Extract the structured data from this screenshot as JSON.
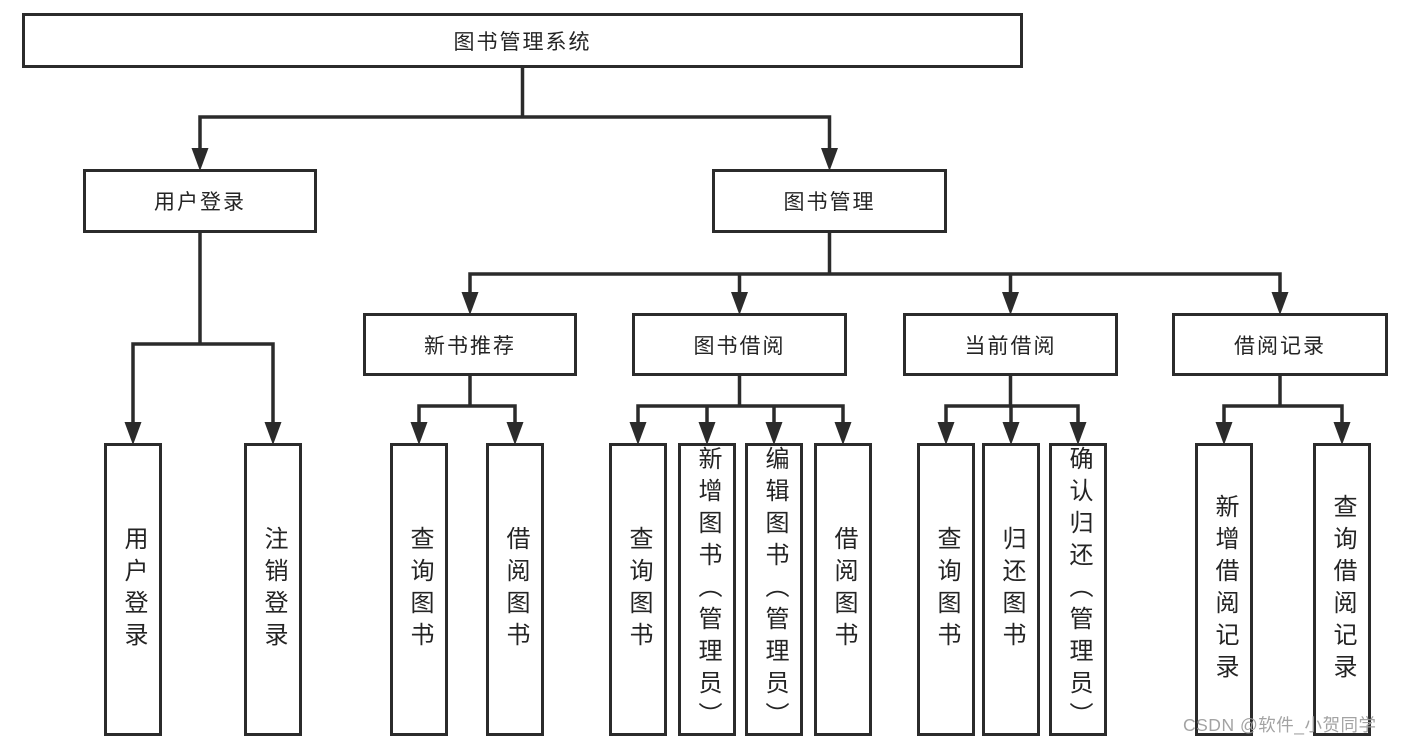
{
  "diagram": {
    "title": "图书管理系统",
    "nodes": [
      {
        "id": "root",
        "label": "图书管理系统"
      },
      {
        "id": "user-login",
        "label": "用户登录"
      },
      {
        "id": "book-mgmt",
        "label": "图书管理"
      },
      {
        "id": "new-book-rec",
        "label": "新书推荐"
      },
      {
        "id": "book-borrow",
        "label": "图书借阅"
      },
      {
        "id": "current-borrow",
        "label": "当前借阅"
      },
      {
        "id": "borrow-records",
        "label": "借阅记录"
      },
      {
        "id": "leaf-user-login",
        "label": "用户登录"
      },
      {
        "id": "leaf-logout",
        "label": "注销登录"
      },
      {
        "id": "leaf-rec-query-books",
        "label": "查询图书"
      },
      {
        "id": "leaf-rec-borrow-books",
        "label": "借阅图书"
      },
      {
        "id": "leaf-bb-query-books",
        "label": "查询图书"
      },
      {
        "id": "leaf-bb-add-books",
        "label": "新增图书（管理员）"
      },
      {
        "id": "leaf-bb-edit-books",
        "label": "编辑图书（管理员）"
      },
      {
        "id": "leaf-bb-borrow-books",
        "label": "借阅图书"
      },
      {
        "id": "leaf-cb-query-books",
        "label": "查询图书"
      },
      {
        "id": "leaf-cb-return-books",
        "label": "归还图书"
      },
      {
        "id": "leaf-cb-confirm-return",
        "label": "确认归还（管理员）"
      },
      {
        "id": "leaf-br-add-record",
        "label": "新增借阅记录"
      },
      {
        "id": "leaf-br-query-record",
        "label": "查询借阅记录"
      }
    ],
    "edges": [
      [
        "root",
        "user-login"
      ],
      [
        "root",
        "book-mgmt"
      ],
      [
        "user-login",
        "leaf-user-login"
      ],
      [
        "user-login",
        "leaf-logout"
      ],
      [
        "book-mgmt",
        "new-book-rec"
      ],
      [
        "book-mgmt",
        "book-borrow"
      ],
      [
        "book-mgmt",
        "current-borrow"
      ],
      [
        "book-mgmt",
        "borrow-records"
      ],
      [
        "new-book-rec",
        "leaf-rec-query-books"
      ],
      [
        "new-book-rec",
        "leaf-rec-borrow-books"
      ],
      [
        "book-borrow",
        "leaf-bb-query-books"
      ],
      [
        "book-borrow",
        "leaf-bb-add-books"
      ],
      [
        "book-borrow",
        "leaf-bb-edit-books"
      ],
      [
        "book-borrow",
        "leaf-bb-borrow-books"
      ],
      [
        "current-borrow",
        "leaf-cb-query-books"
      ],
      [
        "current-borrow",
        "leaf-cb-return-books"
      ],
      [
        "current-borrow",
        "leaf-cb-confirm-return"
      ],
      [
        "borrow-records",
        "leaf-br-add-record"
      ],
      [
        "borrow-records",
        "leaf-br-query-record"
      ]
    ],
    "line_color": "#2b2b2b",
    "box_background": "#ffffff",
    "text_color": "#242424"
  },
  "watermark": {
    "text": "CSDN @软件_小贺同学",
    "color": "#9b9b9b"
  }
}
